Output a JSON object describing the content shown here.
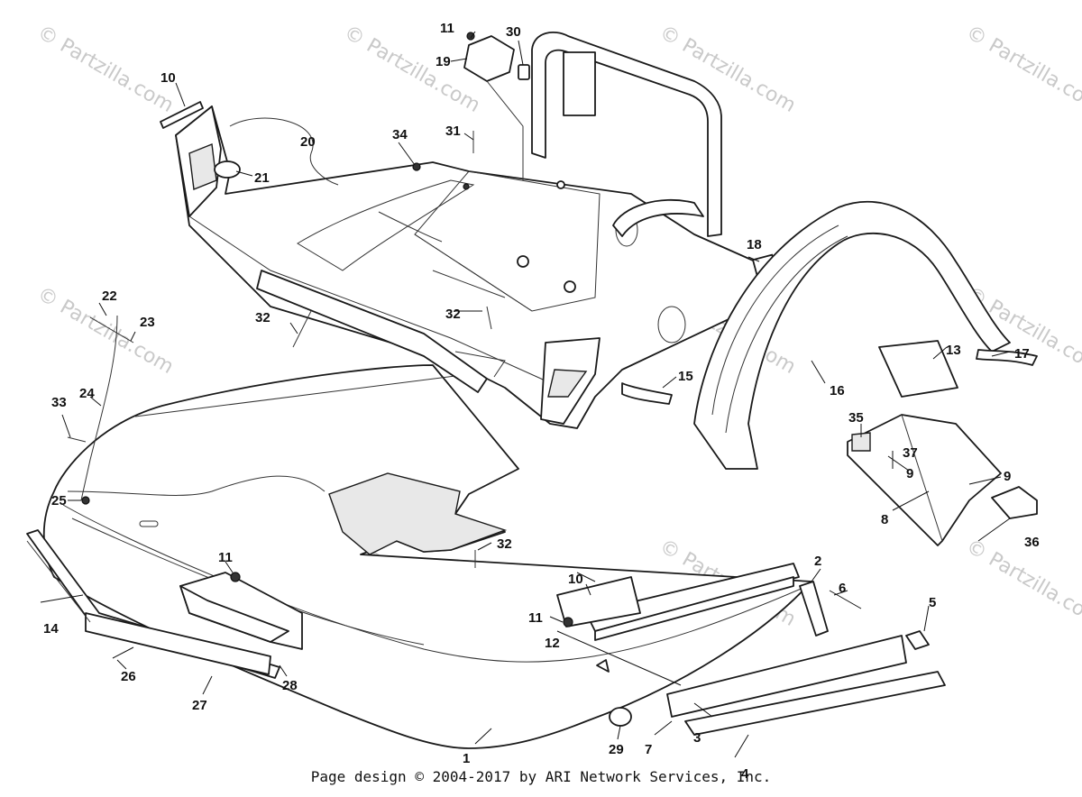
{
  "watermark": {
    "text": "© Partzilla.com",
    "center_text": "© Partzilla.com"
  },
  "callouts": [
    "1",
    "2",
    "3",
    "4",
    "5",
    "6",
    "7",
    "8",
    "9",
    "9",
    "10",
    "10",
    "11",
    "11",
    "11",
    "12",
    "13",
    "14",
    "15",
    "16",
    "17",
    "18",
    "19",
    "20",
    "21",
    "22",
    "23",
    "24",
    "25",
    "26",
    "27",
    "28",
    "29",
    "30",
    "31",
    "32",
    "32",
    "32",
    "33",
    "34",
    "35",
    "36",
    "37"
  ],
  "footer": {
    "text": "Page design © 2004-2017 by ARI Network Services, Inc."
  }
}
